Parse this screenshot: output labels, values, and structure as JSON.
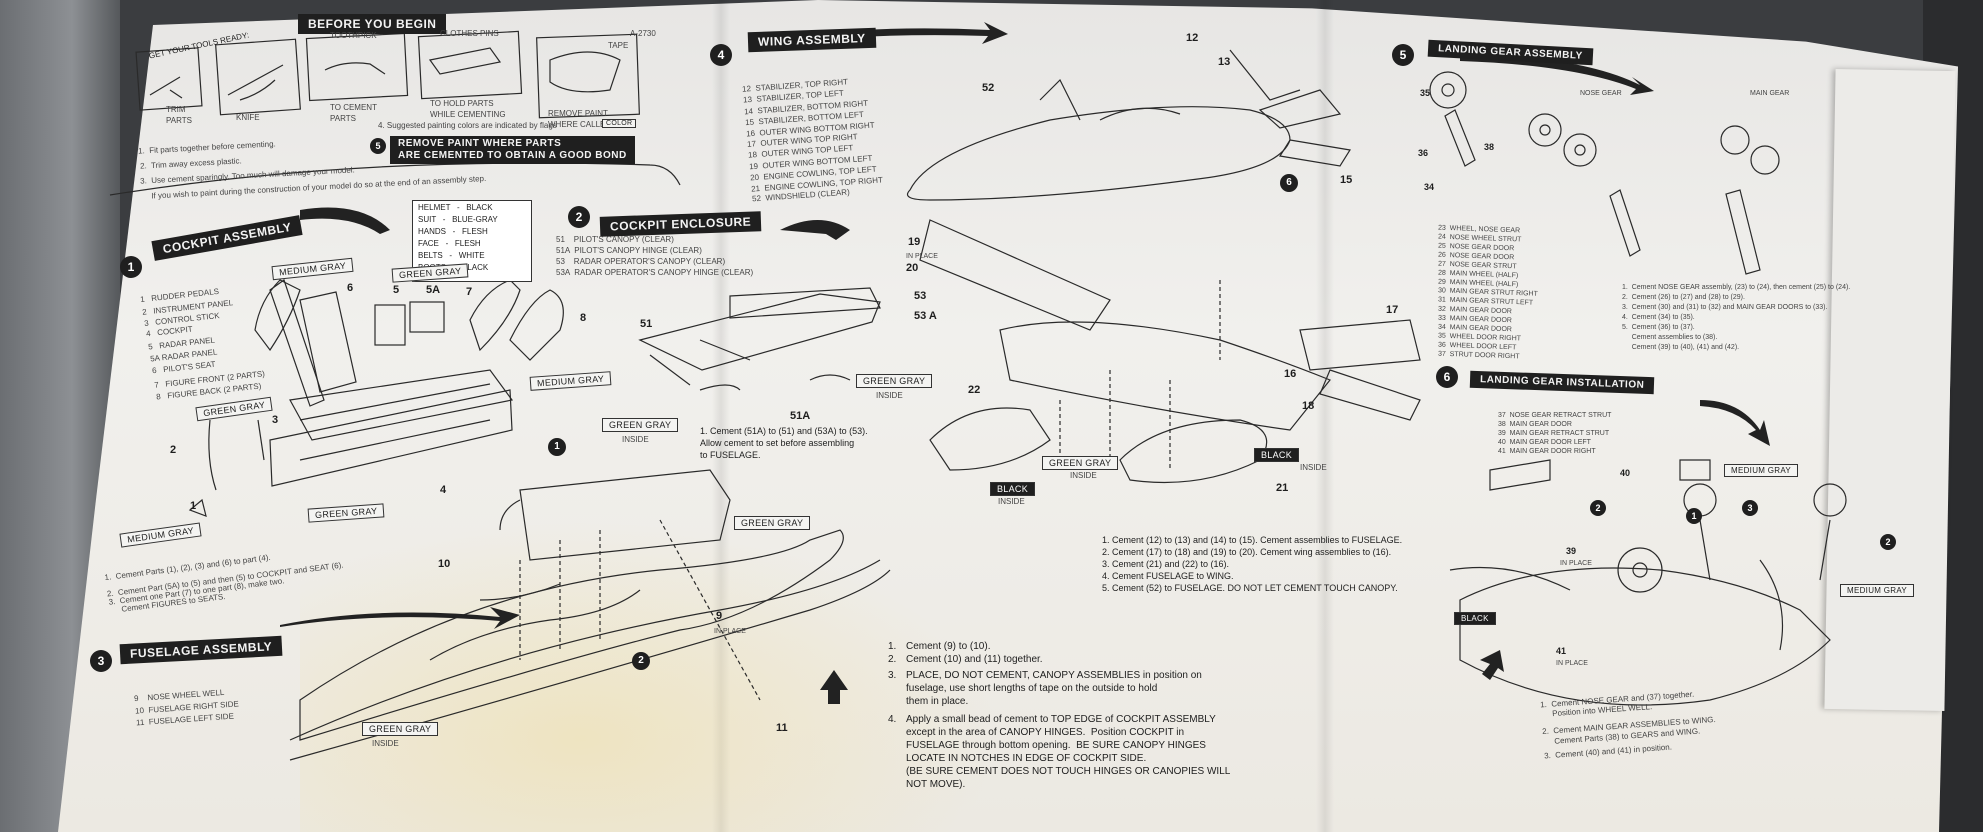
{
  "before": {
    "title": "BEFORE YOU BEGIN",
    "tools_ready": "GET YOUR TOOLS READY:",
    "tool_labels": [
      "KNIFE",
      "TOOTHPICK",
      "CLOTHES PINS",
      "TAPE"
    ],
    "captions": [
      "TRIM\nPARTS",
      "TO CEMENT\nPARTS",
      "TO HOLD PARTS\nWHILE CEMENTING",
      "REMOVE PAINT\nWHERE CALLED FOR"
    ],
    "paint_note": "4. Suggested painting colors are indicated by flags",
    "paint_flag": "COLOR",
    "warning": "REMOVE PAINT WHERE PARTS\nARE CEMENTED TO OBTAIN A GOOD BOND",
    "tips": [
      "1.  Fit parts together before cementing.",
      "2.  Trim away excess plastic.",
      "3.  Use cement sparingly. Too much will damage your model.",
      "     If you wish to paint during the construction of your model do so at the end of an assembly step."
    ]
  },
  "step1": {
    "num": "1",
    "title": "COCKPIT ASSEMBLY",
    "parts": [
      "1   RUDDER PEDALS",
      "2   INSTRUMENT PANEL",
      "3   CONTROL STICK",
      "4   COCKPIT",
      "5   RADAR PANEL",
      "5A RADAR PANEL",
      "6   PILOT'S SEAT",
      "7   FIGURE FRONT (2 PARTS)",
      "8   FIGURE BACK (2 PARTS)"
    ],
    "colors": [
      "HELMET   -   BLACK",
      "SUIT   -   BLUE-GRAY",
      "HANDS   -   FLESH",
      "FACE   -   FLESH",
      "BELTS   -   WHITE",
      "BOOTS   -   BLACK"
    ],
    "callouts": [
      "1",
      "2",
      "3",
      "4",
      "5",
      "5A",
      "6",
      "7",
      "8"
    ],
    "tags": [
      "MEDIUM GRAY",
      "GREEN GRAY",
      "MEDIUM GRAY",
      "GREEN GRAY",
      "GREEN GRAY",
      "MEDIUM GRAY"
    ],
    "instructions": [
      "1.  Cement Parts (1), (2), (3) and (6) to part (4).",
      "2.  Cement Part (5A) to (5) and then (5) to COCKPIT and SEAT (6).",
      "3.  Cement one Part (7) to one part (8), make two.",
      "     Cement FIGURES to SEATS."
    ]
  },
  "step2": {
    "num": "2",
    "title": "COCKPIT ENCLOSURE",
    "parts": [
      "51    PILOT'S CANOPY (CLEAR)",
      "51A  PILOT'S CANOPY HINGE (CLEAR)",
      "53    RADAR OPERATOR'S CANOPY (CLEAR)",
      "53A  RADAR OPERATOR'S CANOPY HINGE (CLEAR)"
    ],
    "callouts": [
      "51",
      "53",
      "53 A",
      "51A"
    ],
    "tags": [
      "GREEN GRAY",
      "INSIDE",
      "GREEN GRAY",
      "INSIDE"
    ],
    "instructions": [
      "1.  Cement (51A) to (51) and (53A) to (53).",
      "     Allow cement to set before assembling",
      "     to FUSELAGE."
    ]
  },
  "step3": {
    "num": "3",
    "title": "FUSELAGE ASSEMBLY",
    "parts": [
      "9    NOSE WHEEL WELL",
      "10  FUSELAGE RIGHT SIDE",
      "11  FUSELAGE LEFT SIDE"
    ],
    "callouts": [
      "10",
      "9",
      "IN PLACE",
      "11",
      "1",
      "2"
    ],
    "tags": [
      "GREEN GRAY",
      "GREEN GRAY",
      "INSIDE"
    ],
    "instructions": [
      [
        "1.",
        "Cement (9) to (10)."
      ],
      [
        "2.",
        "Cement (10) and (11) together."
      ],
      [
        "3.",
        "PLACE, DO NOT CEMENT, CANOPY ASSEMBLIES in position on\nfuselage, use short lengths of tape on the outside to hold\nthem in place."
      ],
      [
        "4.",
        "Apply a small bead of cement to TOP EDGE of COCKPIT ASSEMBLY\nexcept in the area of CANOPY HINGES.  Position COCKPIT in\nFUSELAGE through bottom opening.  BE SURE CANOPY HINGES\nLOCATE IN NOTCHES IN EDGE OF COCKPIT SIDE.\n(BE SURE CEMENT DOES NOT TOUCH HINGES OR CANOPIES WILL\nNOT MOVE)."
      ]
    ]
  },
  "step4": {
    "num": "4",
    "title": "WING ASSEMBLY",
    "parts": [
      "12  STABILIZER, TOP RIGHT",
      "13  STABILIZER, TOP LEFT",
      "14  STABILIZER, BOTTOM RIGHT",
      "15  STABILIZER, BOTTOM LEFT",
      "16  OUTER WING BOTTOM RIGHT",
      "17  OUTER WING TOP RIGHT",
      "18  OUTER WING TOP LEFT",
      "19  OUTER WING BOTTOM LEFT",
      "20  ENGINE COWLING, TOP LEFT",
      "21  ENGINE COWLING, TOP RIGHT",
      "52  WINDSHIELD (CLEAR)"
    ],
    "callouts": [
      "12",
      "13",
      "52",
      "15",
      "19",
      "IN PLACE",
      "20",
      "17",
      "16",
      "18",
      "22",
      "21",
      "6"
    ],
    "tags": [
      "BLACK",
      "INSIDE",
      "GREEN GRAY",
      "INSIDE",
      "BLACK",
      "INSIDE"
    ],
    "instructions": [
      "1.    Cement (12) to (13) and (14) to (15). Cement assemblies to FUSELAGE.",
      "2.    Cement (17) to (18) and (19) to (20). Cement wing assemblies to (16).",
      "3.    Cement (21) and (22) to (16).",
      "4.    Cement FUSELAGE to WING.",
      "5.    Cement (52) to FUSELAGE. DO NOT LET CEMENT TOUCH CANOPY."
    ]
  },
  "step5": {
    "num": "5",
    "title": "LANDING GEAR ASSEMBLY",
    "parts": [
      "23  WHEEL, NOSE GEAR",
      "24  NOSE WHEEL STRUT",
      "25  NOSE GEAR DOOR",
      "26  NOSE GEAR DOOR",
      "27  NOSE GEAR STRUT",
      "28  MAIN WHEEL (HALF)",
      "29  MAIN WHEEL (HALF)",
      "30  MAIN GEAR STRUT RIGHT",
      "31  MAIN GEAR STRUT LEFT",
      "32  MAIN GEAR DOOR",
      "33  MAIN GEAR DOOR",
      "34  MAIN GEAR DOOR",
      "35  WHEEL DOOR RIGHT",
      "36  WHEEL DOOR LEFT",
      "37  STRUT DOOR RIGHT"
    ],
    "callouts": [
      "35",
      "36",
      "34",
      "38",
      "NOSE GEAR",
      "MAIN GEAR"
    ],
    "instructions": [
      "1.  Cement NOSE GEAR assembly, (23) to (24), then cement (25) to (24).",
      "2.  Cement (26) to (27) and (28) to (29).",
      "3.  Cement (30) and (31) to (32) and MAIN GEAR DOORS to (33).",
      "4.  Cement (34) to (35).",
      "5.  Cement (36) to (37).",
      "     Cement assemblies to (38).",
      "     Cement (39) to (40), (41) and (42)."
    ]
  },
  "step6": {
    "num": "6",
    "title": "LANDING GEAR INSTALLATION",
    "parts": [
      "37  NOSE GEAR RETRACT STRUT",
      "38  MAIN GEAR DOOR",
      "39  MAIN GEAR RETRACT STRUT",
      "40  MAIN GEAR DOOR LEFT",
      "41  MAIN GEAR DOOR RIGHT"
    ],
    "callouts": [
      "40",
      "39",
      "IN PLACE",
      "41",
      "IN PLACE",
      "2",
      "3",
      "2",
      "1"
    ],
    "tags": [
      "BLACK",
      "MEDIUM GRAY",
      "MEDIUM GRAY"
    ],
    "instructions": [
      "1.  Cement NOSE GEAR and (37) together.",
      "     Position into WHEEL WELL.",
      "2.  Cement MAIN GEAR ASSEMBLIES to WING.",
      "     Cement Parts (38) to GEARS and WING.",
      "3.  Cement (40) and (41) in position."
    ]
  },
  "sheet_code": "A-2730"
}
